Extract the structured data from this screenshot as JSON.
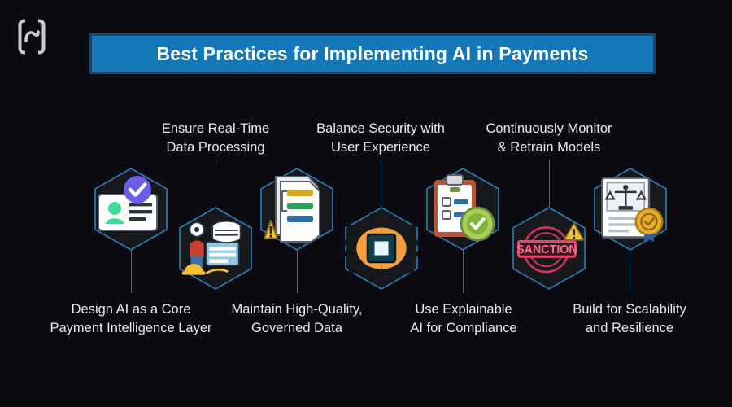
{
  "page": {
    "background_color": "#0a0a10",
    "accent_color": "#1477b8",
    "hex_outline_color": "#2b7fb8",
    "connector_color": "#2b6f9e",
    "text_color": "#e9eaec"
  },
  "logo": {
    "name": "brand-logo",
    "shape": "rounded-rectangle-with-wave-n"
  },
  "header": {
    "title": "Best Practices for Implementing AI in Payments",
    "banner_fill": "#1477b8",
    "banner_border": "#18456e"
  },
  "nodes": [
    {
      "index": 1,
      "position": "upper",
      "label": "Design AI as a Core\nPayment Intelligence Layer",
      "label_position": "below",
      "icon": "id-card-verified-icon"
    },
    {
      "index": 2,
      "position": "lower",
      "label": "Ensure Real-Time\nData Processing",
      "label_position": "above",
      "icon": "realtime-data-server-icon"
    },
    {
      "index": 3,
      "position": "upper",
      "label": "Maintain High-Quality,\nGoverned Data",
      "label_position": "below",
      "icon": "document-warning-icon"
    },
    {
      "index": 4,
      "position": "lower",
      "label": "Balance Security with\nUser Experience",
      "label_position": "above",
      "icon": "ai-brain-chip-icon"
    },
    {
      "index": 5,
      "position": "upper",
      "label": "Use Explainable\nAI for Compliance",
      "label_position": "below",
      "icon": "clipboard-check-icon"
    },
    {
      "index": 6,
      "position": "lower",
      "label": "Continuously Monitor\n& Retrain Models",
      "label_position": "above",
      "icon": "sanction-stamp-warning-icon"
    },
    {
      "index": 7,
      "position": "upper",
      "label": "Build for Scalability\nand Resilience",
      "label_position": "below",
      "icon": "legal-scales-seal-icon"
    }
  ],
  "icon_text": {
    "sanction_stamp": "SANCTION"
  }
}
